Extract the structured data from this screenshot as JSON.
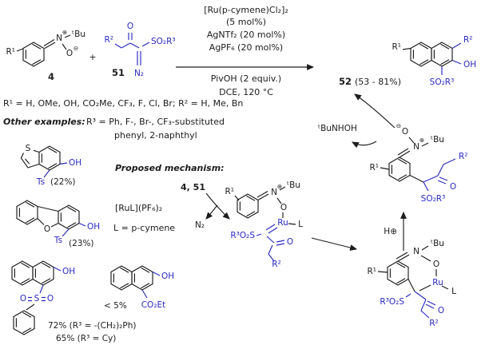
{
  "colors": {
    "accent_blue": "#2a2ac0",
    "ink": "#1c1c1c",
    "background": "#ffffff"
  },
  "reaction": {
    "conditions_above": [
      "[Ru(p-cymene)Cl₂]₂",
      "(5 mol%)",
      "AgNTf₂ (20 mol%)",
      "AgPF₆ (20 mol%)"
    ],
    "conditions_below": [
      "PivOH (2 equiv.)",
      "DCE, 120 °C"
    ],
    "plus": "+",
    "compound4": {
      "label": "4",
      "r1": "R¹",
      "n": "N",
      "charge_plus": "⊕",
      "tbu": "ᵗBu",
      "o": "O",
      "charge_minus": "⊖"
    },
    "compound51": {
      "label": "51",
      "r2": "R²",
      "o": "O",
      "so2r3": "SO₂R³",
      "n2": "N₂"
    },
    "product52": {
      "label": "52",
      "yield": "(53 - 81%)",
      "r1": "R¹",
      "r2": "R²",
      "oh": "OH",
      "so2r3": "SO₂R³"
    }
  },
  "scope": {
    "line1": "R¹ = H, OMe, OH, CO₂Me, CF₃, F, Cl, Br; R² = H, Me, Bn",
    "line2": "R³ = Ph, F-, Br-, CF₃-substituted",
    "line3": "phenyl, 2-naphthyl"
  },
  "other_examples": {
    "heading": "Other examples:",
    "ex1": {
      "s": "S",
      "oh": "OH",
      "ts": "Ts",
      "yield": "(22%)"
    },
    "ex2": {
      "o": "O",
      "oh": "OH",
      "ts": "Ts",
      "yield": "(23%)"
    },
    "ex3": {
      "oh": "OH",
      "s": "S",
      "o_left": "O",
      "o_right": "O",
      "yield1": "72% (R³ = -(CH₂)₂Ph)",
      "yield2": "65% (R³ = Cy)"
    },
    "ex4": {
      "oh": "OH",
      "co2et": "CO₂Et",
      "yield": "< 5%"
    }
  },
  "mechanism": {
    "heading": "Proposed mechanism:",
    "start": "4, 51",
    "catalyst": "[RuL](PF₆)₂",
    "ligand": "L = p-cymene",
    "n2": "N₂",
    "tbunhoh": "ᵗBuNHOH",
    "h_plus": "H⊕",
    "carbene": {
      "r1": "R¹",
      "n": "N",
      "charge_plus": "⊕",
      "tbu": "ᵗBu",
      "o": "O",
      "ru": "Ru",
      "l": "L",
      "so2r3": "R³O₂S",
      "carbonyl_o": "O",
      "r2": "R²"
    },
    "top_intermediate": {
      "r1": "R¹",
      "o": "O",
      "charge_minus": "⊖",
      "n": "N",
      "charge_plus": "⊕",
      "tbu": "ᵗBu",
      "so2r3": "SO₂R³",
      "carbonyl_o": "O",
      "r2": "R²"
    },
    "bottom_intermediate": {
      "r1": "R¹",
      "n": "N",
      "tbu": "ᵗBu",
      "o": "O",
      "ru": "Ru",
      "l": "L",
      "so2r3": "R³O₂S",
      "carbonyl_o": "O",
      "r2": "R²"
    }
  }
}
